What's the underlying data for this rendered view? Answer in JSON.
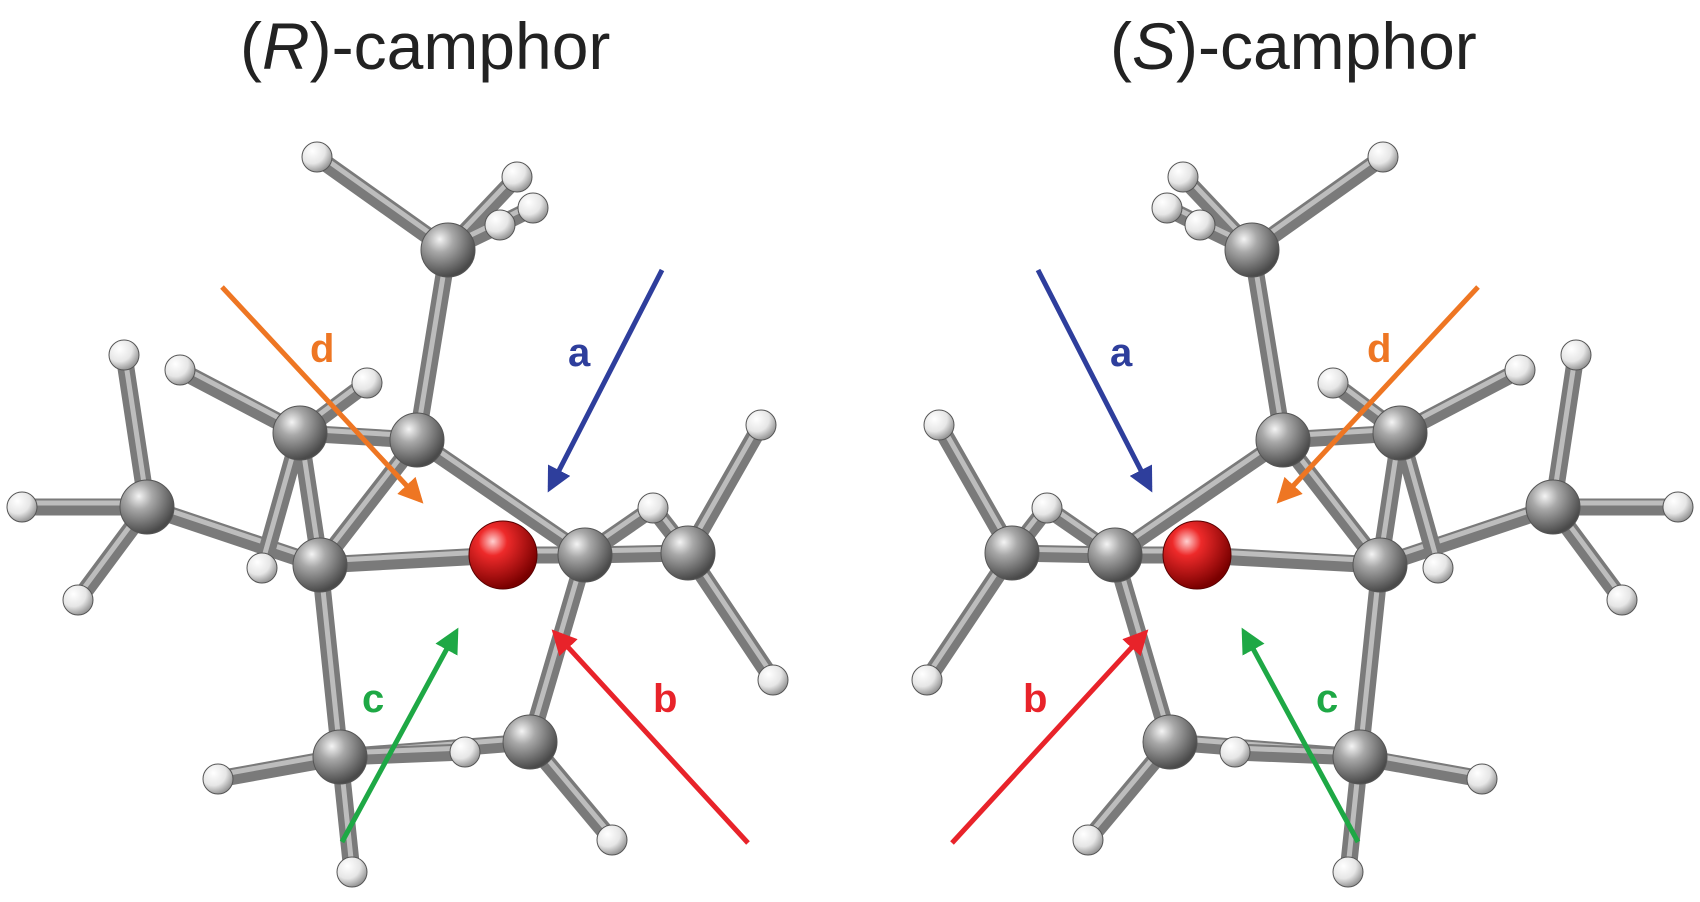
{
  "titles": {
    "left": {
      "open": "(",
      "config": "R",
      "rest": ")-camphor"
    },
    "right": {
      "open": "(",
      "config": "S",
      "rest": ")-camphor"
    }
  },
  "colors": {
    "a": "#2e3e9c",
    "b": "#e8232a",
    "c": "#1ea845",
    "d": "#ee7623",
    "carbon": "#808080",
    "hydrogen": "#f2f2f2",
    "oxygen": "#e31b1b"
  },
  "left_labels": {
    "a": "a",
    "b": "b",
    "c": "c",
    "d": "d"
  },
  "right_labels": {
    "a": "a",
    "b": "b",
    "c": "c",
    "d": "d"
  }
}
